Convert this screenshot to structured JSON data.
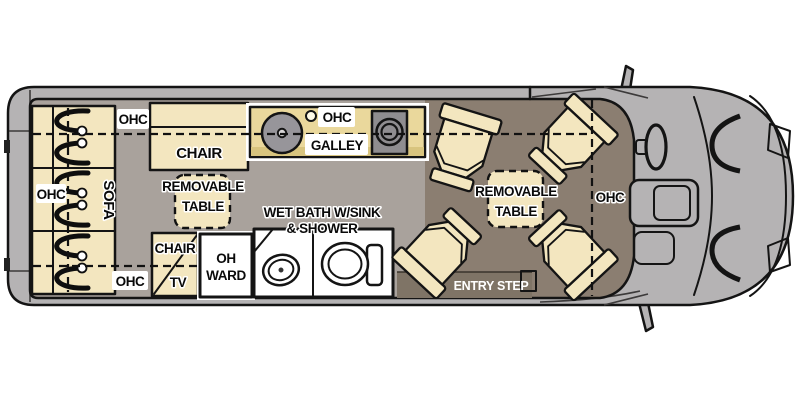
{
  "floorplan": {
    "type": "rv-class-b-van-top-view",
    "labels": {
      "ohc_rear_top": "OHC",
      "ohc_sofa_wall": "OHC",
      "sofa": "SOFA",
      "chair_front": "CHAIR",
      "table1_line1": "REMOVABLE",
      "table1_line2": "TABLE",
      "ohc_galley": "OHC",
      "galley": "GALLEY",
      "wet_bath_line1": "WET BATH W/SINK",
      "wet_bath_line2": "& SHOWER",
      "chair_tv_chair": "CHAIR",
      "chair_tv_tv": "TV",
      "oh_ward_line1": "OH",
      "oh_ward_line2": "WARD",
      "ohc_rear_bottom": "OHC",
      "table2_line1": "REMOVABLE",
      "table2_line2": "TABLE",
      "entry_step": "ENTRY STEP",
      "ohc_cab": "OHC"
    },
    "colors": {
      "van_body": "#b5b3b4",
      "floor_rear": "#a9a29c",
      "floor_lounge": "#8b7e71",
      "furniture": "#f3e6bf",
      "counter": "#ead89c",
      "counter_edge": "#d8c47e",
      "appliance": "#97959a",
      "entry_step": "#7f7466",
      "outline": "#141414",
      "bath": "#ffffff"
    }
  }
}
